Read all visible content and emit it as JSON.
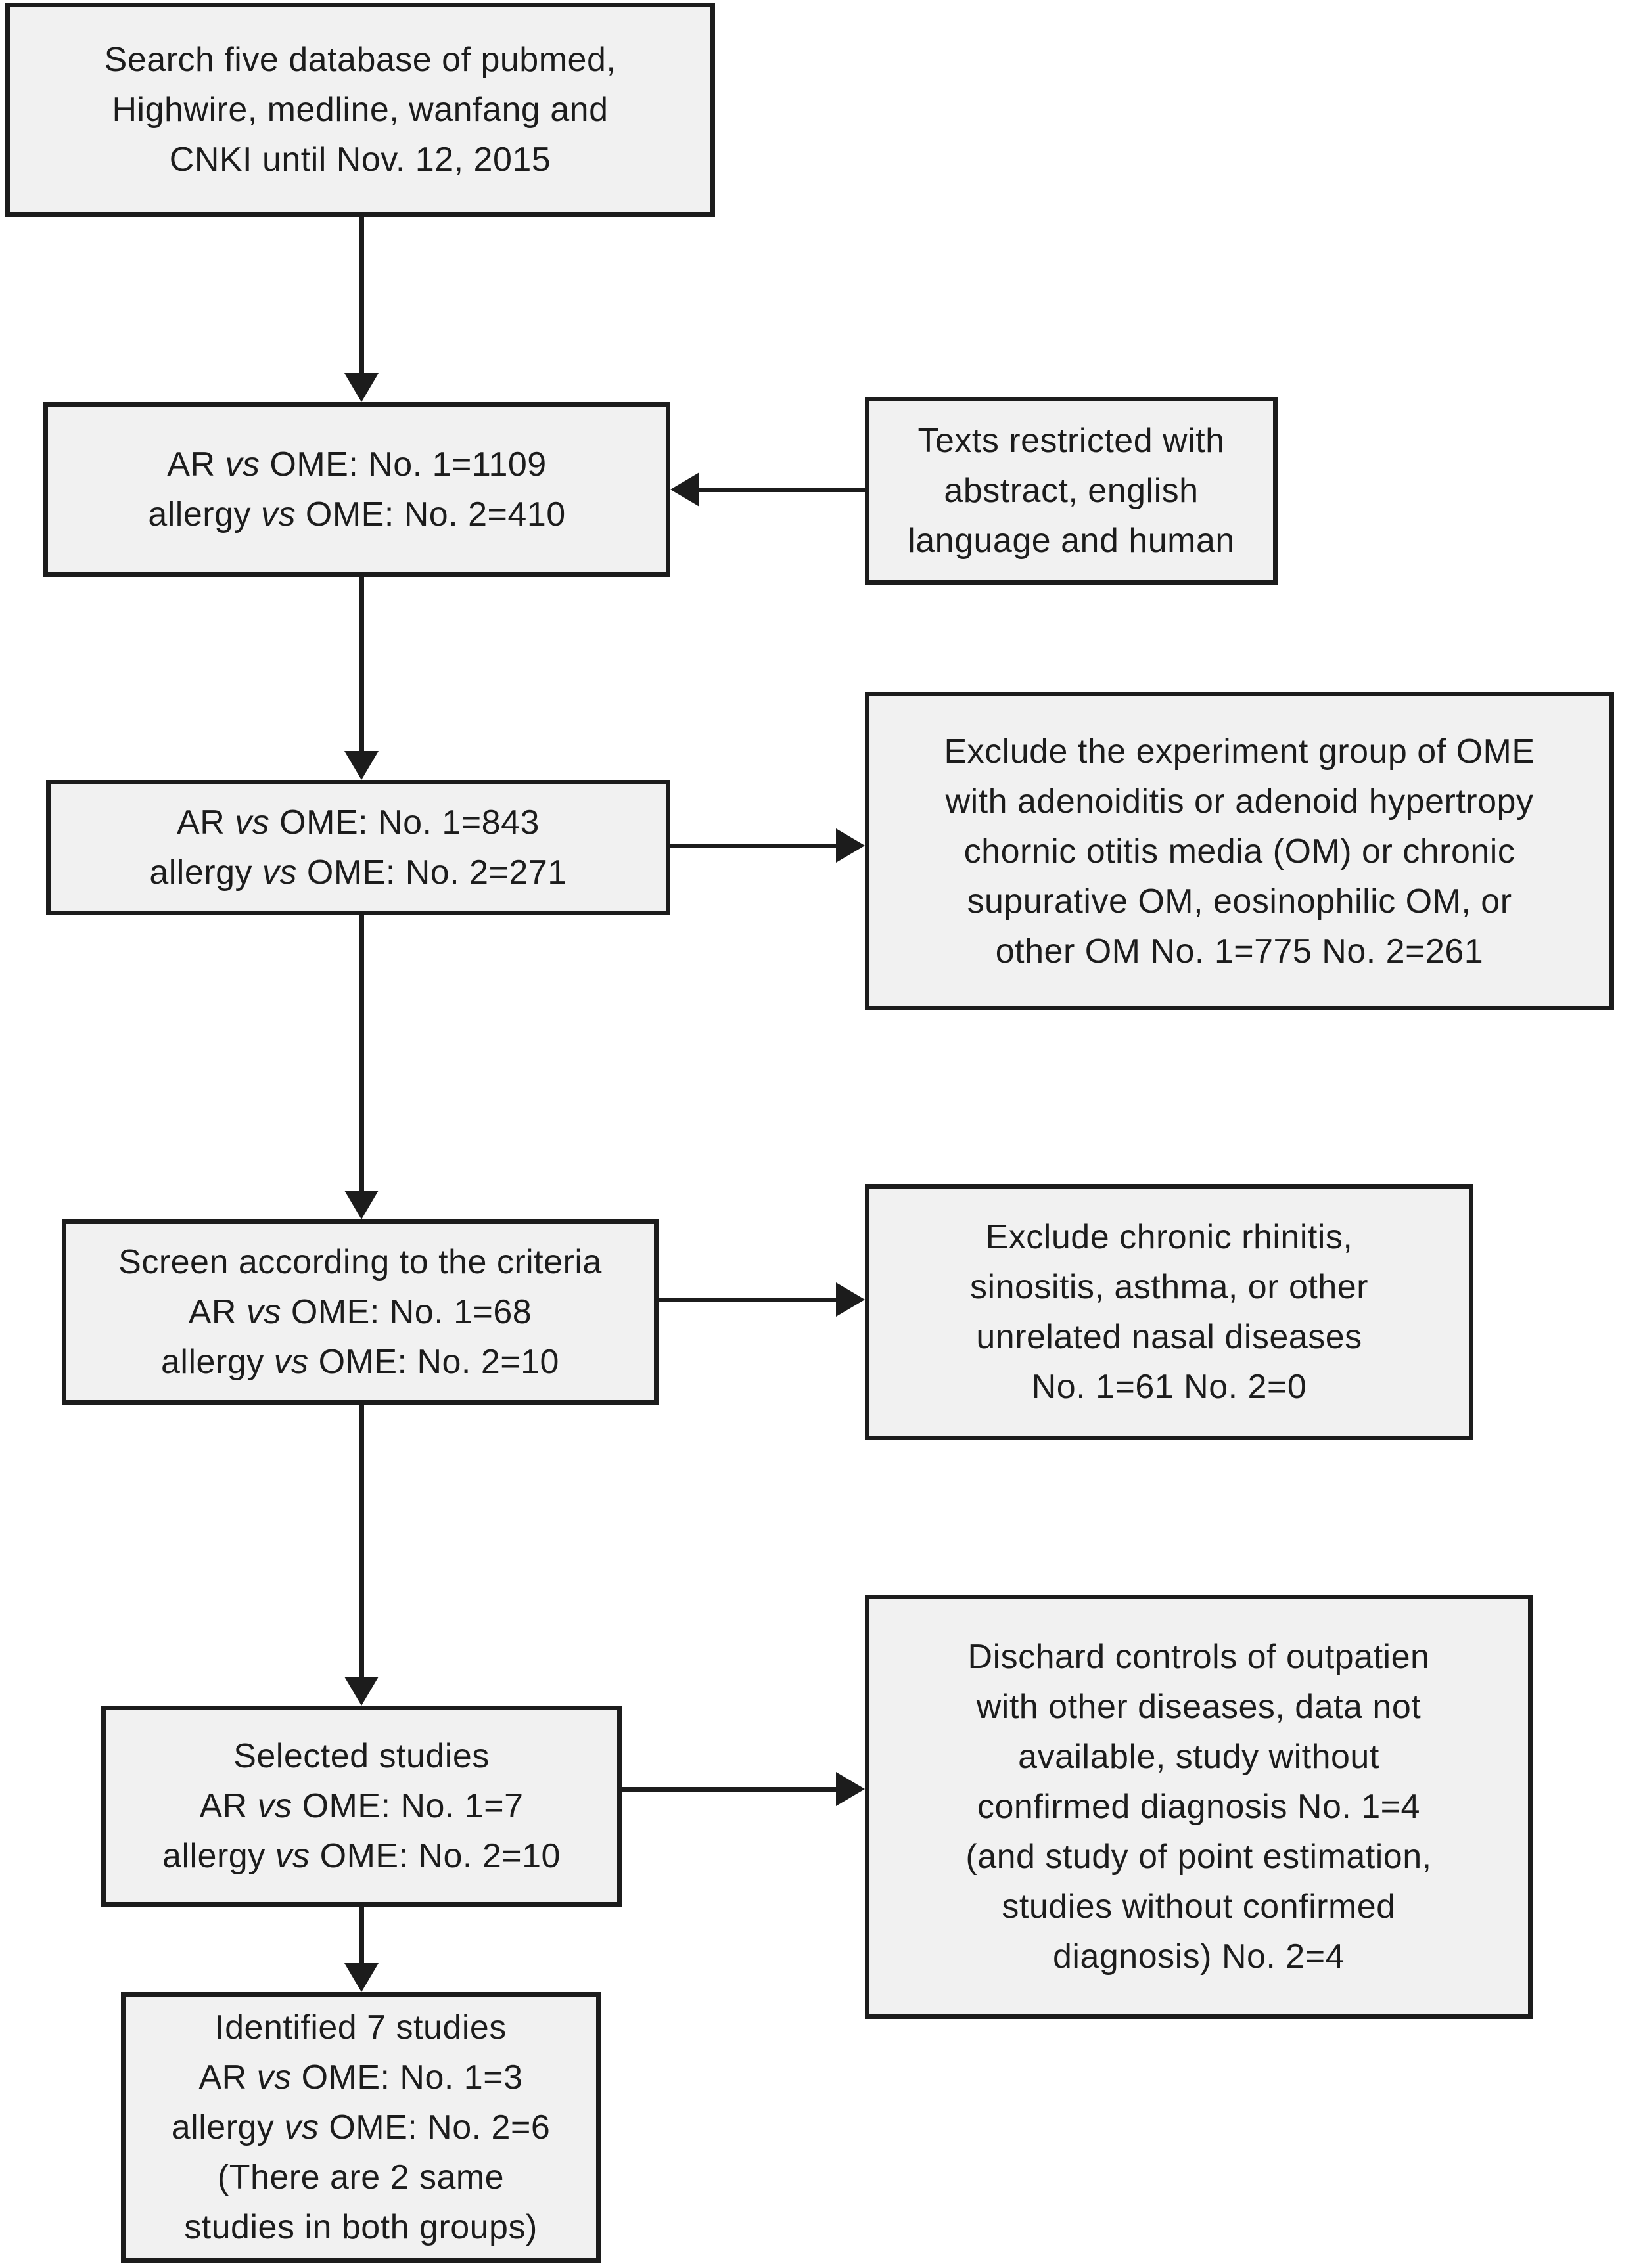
{
  "figure": {
    "type": "flowchart",
    "colors": {
      "background": "#ffffff",
      "box_fill": "#f1f1f1",
      "line": "#1c1c1c"
    },
    "boxes": {
      "search": {
        "lines": [
          [
            {
              "t": "Search five database of pubmed,"
            }
          ],
          [
            {
              "t": "Highwire, medline, wanfang and"
            }
          ],
          [
            {
              "t": "CNKI until Nov. 12, 2015"
            }
          ]
        ]
      },
      "initial_records": {
        "lines": [
          [
            {
              "t": "AR "
            },
            {
              "t": "vs",
              "i": true
            },
            {
              "t": " OME: No. 1=1109"
            }
          ],
          [
            {
              "t": "allergy "
            },
            {
              "t": "vs",
              "i": true
            },
            {
              "t": " OME: No. 2=410"
            }
          ]
        ]
      },
      "restriction_note": {
        "lines": [
          [
            {
              "t": "Texts restricted with"
            }
          ],
          [
            {
              "t": "abstract, english"
            }
          ],
          [
            {
              "t": "language and human"
            }
          ]
        ]
      },
      "after_restriction": {
        "lines": [
          [
            {
              "t": "AR "
            },
            {
              "t": "vs",
              "i": true
            },
            {
              "t": " OME: No. 1=843"
            }
          ],
          [
            {
              "t": "allergy "
            },
            {
              "t": "vs",
              "i": true
            },
            {
              "t": " OME: No. 2=271"
            }
          ]
        ]
      },
      "exclude_om_note": {
        "lines": [
          [
            {
              "t": "Exclude the experiment group of OME"
            }
          ],
          [
            {
              "t": "with adenoiditis or adenoid hypertropy"
            }
          ],
          [
            {
              "t": "chornic otitis media (OM) or chronic"
            }
          ],
          [
            {
              "t": "supurative OM, eosinophilic OM, or"
            }
          ],
          [
            {
              "t": "other OM No. 1=775 No. 2=261"
            }
          ]
        ]
      },
      "screened": {
        "lines": [
          [
            {
              "t": "Screen according to the criteria"
            }
          ],
          [
            {
              "t": "AR "
            },
            {
              "t": "vs",
              "i": true
            },
            {
              "t": " OME: No. 1=68"
            }
          ],
          [
            {
              "t": "allergy "
            },
            {
              "t": "vs",
              "i": true
            },
            {
              "t": " OME: No. 2=10"
            }
          ]
        ]
      },
      "exclude_nasal_note": {
        "lines": [
          [
            {
              "t": "Exclude chronic rhinitis,"
            }
          ],
          [
            {
              "t": "sinositis, asthma, or other"
            }
          ],
          [
            {
              "t": "unrelated nasal diseases"
            }
          ],
          [
            {
              "t": "No. 1=61 No. 2=0"
            }
          ]
        ]
      },
      "selected": {
        "lines": [
          [
            {
              "t": "Selected studies"
            }
          ],
          [
            {
              "t": "AR "
            },
            {
              "t": "vs",
              "i": true
            },
            {
              "t": " OME: No. 1=7"
            }
          ],
          [
            {
              "t": "allergy "
            },
            {
              "t": "vs",
              "i": true
            },
            {
              "t": " OME: No. 2=10"
            }
          ]
        ]
      },
      "discard_note": {
        "lines": [
          [
            {
              "t": "Dischard controls of outpatien"
            }
          ],
          [
            {
              "t": "with other diseases, data not"
            }
          ],
          [
            {
              "t": "available, study without"
            }
          ],
          [
            {
              "t": "confirmed diagnosis No. 1=4"
            }
          ],
          [
            {
              "t": "(and study of point estimation,"
            }
          ],
          [
            {
              "t": "studies without confirmed"
            }
          ],
          [
            {
              "t": "diagnosis) No. 2=4"
            }
          ]
        ]
      },
      "identified": {
        "lines": [
          [
            {
              "t": "Identified 7 studies"
            }
          ],
          [
            {
              "t": "AR "
            },
            {
              "t": "vs",
              "i": true
            },
            {
              "t": " OME: No. 1=3"
            }
          ],
          [
            {
              "t": "allergy "
            },
            {
              "t": "vs",
              "i": true
            },
            {
              "t": " OME: No. 2=6"
            }
          ],
          [
            {
              "t": "(There are 2 same"
            }
          ],
          [
            {
              "t": "studies in both groups)"
            }
          ]
        ]
      }
    }
  }
}
